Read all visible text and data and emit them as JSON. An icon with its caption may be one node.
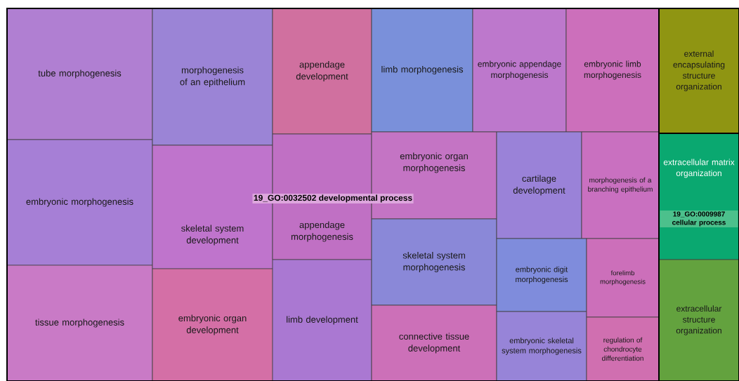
{
  "diagram": {
    "nodes": [
      {
        "text": [],
        "shape": "box"
      },
      {
        "text": [
          "tube morphogenesis"
        ],
        "in": 0
      },
      {
        "text": [
          "embryonic morphogenesis"
        ],
        "in": 0
      },
      {
        "text": [
          "tissue morphogenesis"
        ],
        "in": 0
      },
      {
        "text": [
          "morphogenesis of an epithelium"
        ],
        "in": 0
      },
      {
        "text": [
          "skeletal system development"
        ],
        "in": 0
      },
      {
        "text": [
          "embryonic organ development"
        ],
        "in": 0
      },
      {
        "text": [
          "appendage development"
        ],
        "in": 0
      },
      {
        "text": [
          "appendage morphogenesis"
        ],
        "in": 0
      },
      {
        "text": [
          "limb development"
        ],
        "in": 0
      },
      {
        "text": [
          "limb morphogenesis"
        ],
        "in": 0
      },
      {
        "text": [
          "embryonic appendage morphogenesis"
        ],
        "in": 0
      },
      {
        "text": [
          "embryonic limb morphogenesis"
        ],
        "in": 0
      },
      {
        "text": [
          "embryonic organ morphogenesis"
        ],
        "in": 0
      },
      {
        "text": [
          "skeletal system morphogenesis"
        ],
        "in": 0
      },
      {
        "text": [
          "connective tissue development"
        ],
        "in": 0
      },
      {
        "text": [
          "cartilage development"
        ],
        "in": 0
      },
      {
        "text": [
          "morphogenesis of a branching epithelium"
        ],
        "in": 0
      },
      {
        "text": [
          "embryonic digit morphogenesis"
        ],
        "in": 0
      },
      {
        "text": [
          "embryonic skeletal system morphogenesis"
        ],
        "in": 0
      },
      {
        "text": [
          "forelimb morphogenesis"
        ],
        "in": 0
      },
      {
        "text": [
          "regulation of chondrocyte differentiation"
        ],
        "in": 0
      },
      {
        "text": [
          "external encapsulating structure organization"
        ]
      },
      {
        "text": [],
        "shape": "box"
      },
      {
        "text": [
          "extracellular matrix organization"
        ],
        "in": 23
      },
      {
        "text": [
          "extracellular structure organization"
        ],
        "in": 23
      }
    ],
    "labels": [
      "19_GO:0032502 developmental process",
      "19_GO:0009987 cellular process"
    ]
  }
}
